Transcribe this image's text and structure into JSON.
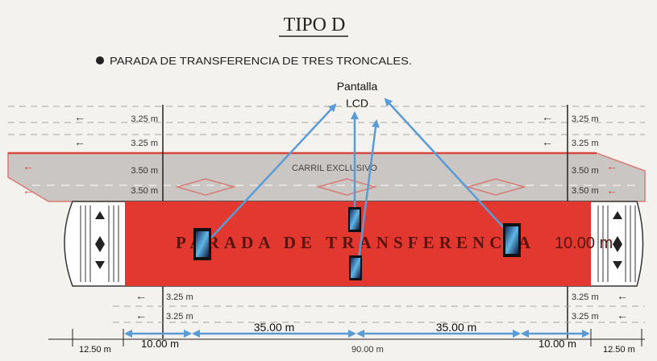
{
  "title": "TIPO D",
  "subtitle": "PARADA DE TRANSFERENCIA DE TRES TRONCALES.",
  "callout": {
    "line1": "Pantalla",
    "line2": "LCD"
  },
  "lane_labels_top_left": [
    "3.25 m",
    "3.25 m",
    "3.50 m",
    "3.50 m"
  ],
  "lane_labels_top_right": [
    "3.25 m",
    "3.25 m",
    "3.50 m",
    "3.50 m"
  ],
  "lane_labels_bottom_left": [
    "3.25 m",
    "3.25 m"
  ],
  "lane_labels_bottom_right": [
    "3.25 m",
    "3.25 m"
  ],
  "exclusive_lane_label": "CARRIL EXCLUSIVO",
  "platform_text": "PARADA DE TRANSFERENCIA",
  "platform_width_label": "10.00 m",
  "dimensions": {
    "left_end": "12.50 m",
    "seg_left": "10.00 m",
    "seg_mid_left": "35.00 m",
    "total": "90.00 m",
    "seg_mid_right": "35.00 m",
    "seg_right": "10.00 m",
    "right_end": "12.50 m"
  },
  "colors": {
    "platform_red": "#e2382f",
    "lane_band": "#c9c6c3",
    "arrow_blue": "#5b9bd5",
    "dash_gray": "#a9a6a2"
  },
  "screens": [
    "lcd-screen-left",
    "lcd-screen-center-top",
    "lcd-screen-center-bottom",
    "lcd-screen-right"
  ]
}
